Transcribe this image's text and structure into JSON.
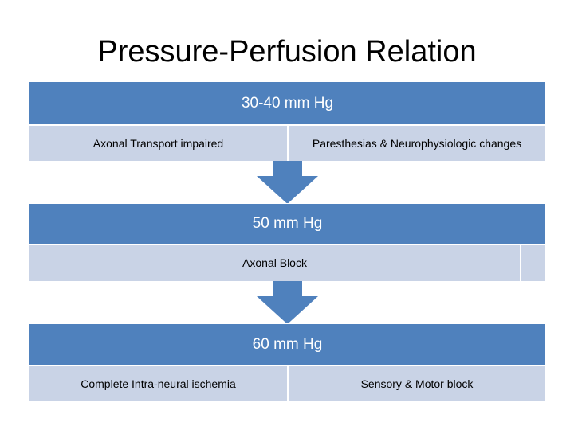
{
  "title": "Pressure-Perfusion Relation",
  "colors": {
    "header": "#4f81bd",
    "cell": "#c9d3e6",
    "arrow": "#4f81bd"
  },
  "steps": [
    {
      "header": "30-40 mm Hg",
      "cells": [
        "Axonal Transport impaired",
        "Paresthesias & Neurophysiologic changes"
      ]
    },
    {
      "header": "50 mm Hg",
      "cells": [
        "Axonal Block",
        ""
      ]
    },
    {
      "header": "60 mm Hg",
      "cells": [
        "Complete Intra-neural ischemia",
        "Sensory & Motor block"
      ]
    }
  ]
}
